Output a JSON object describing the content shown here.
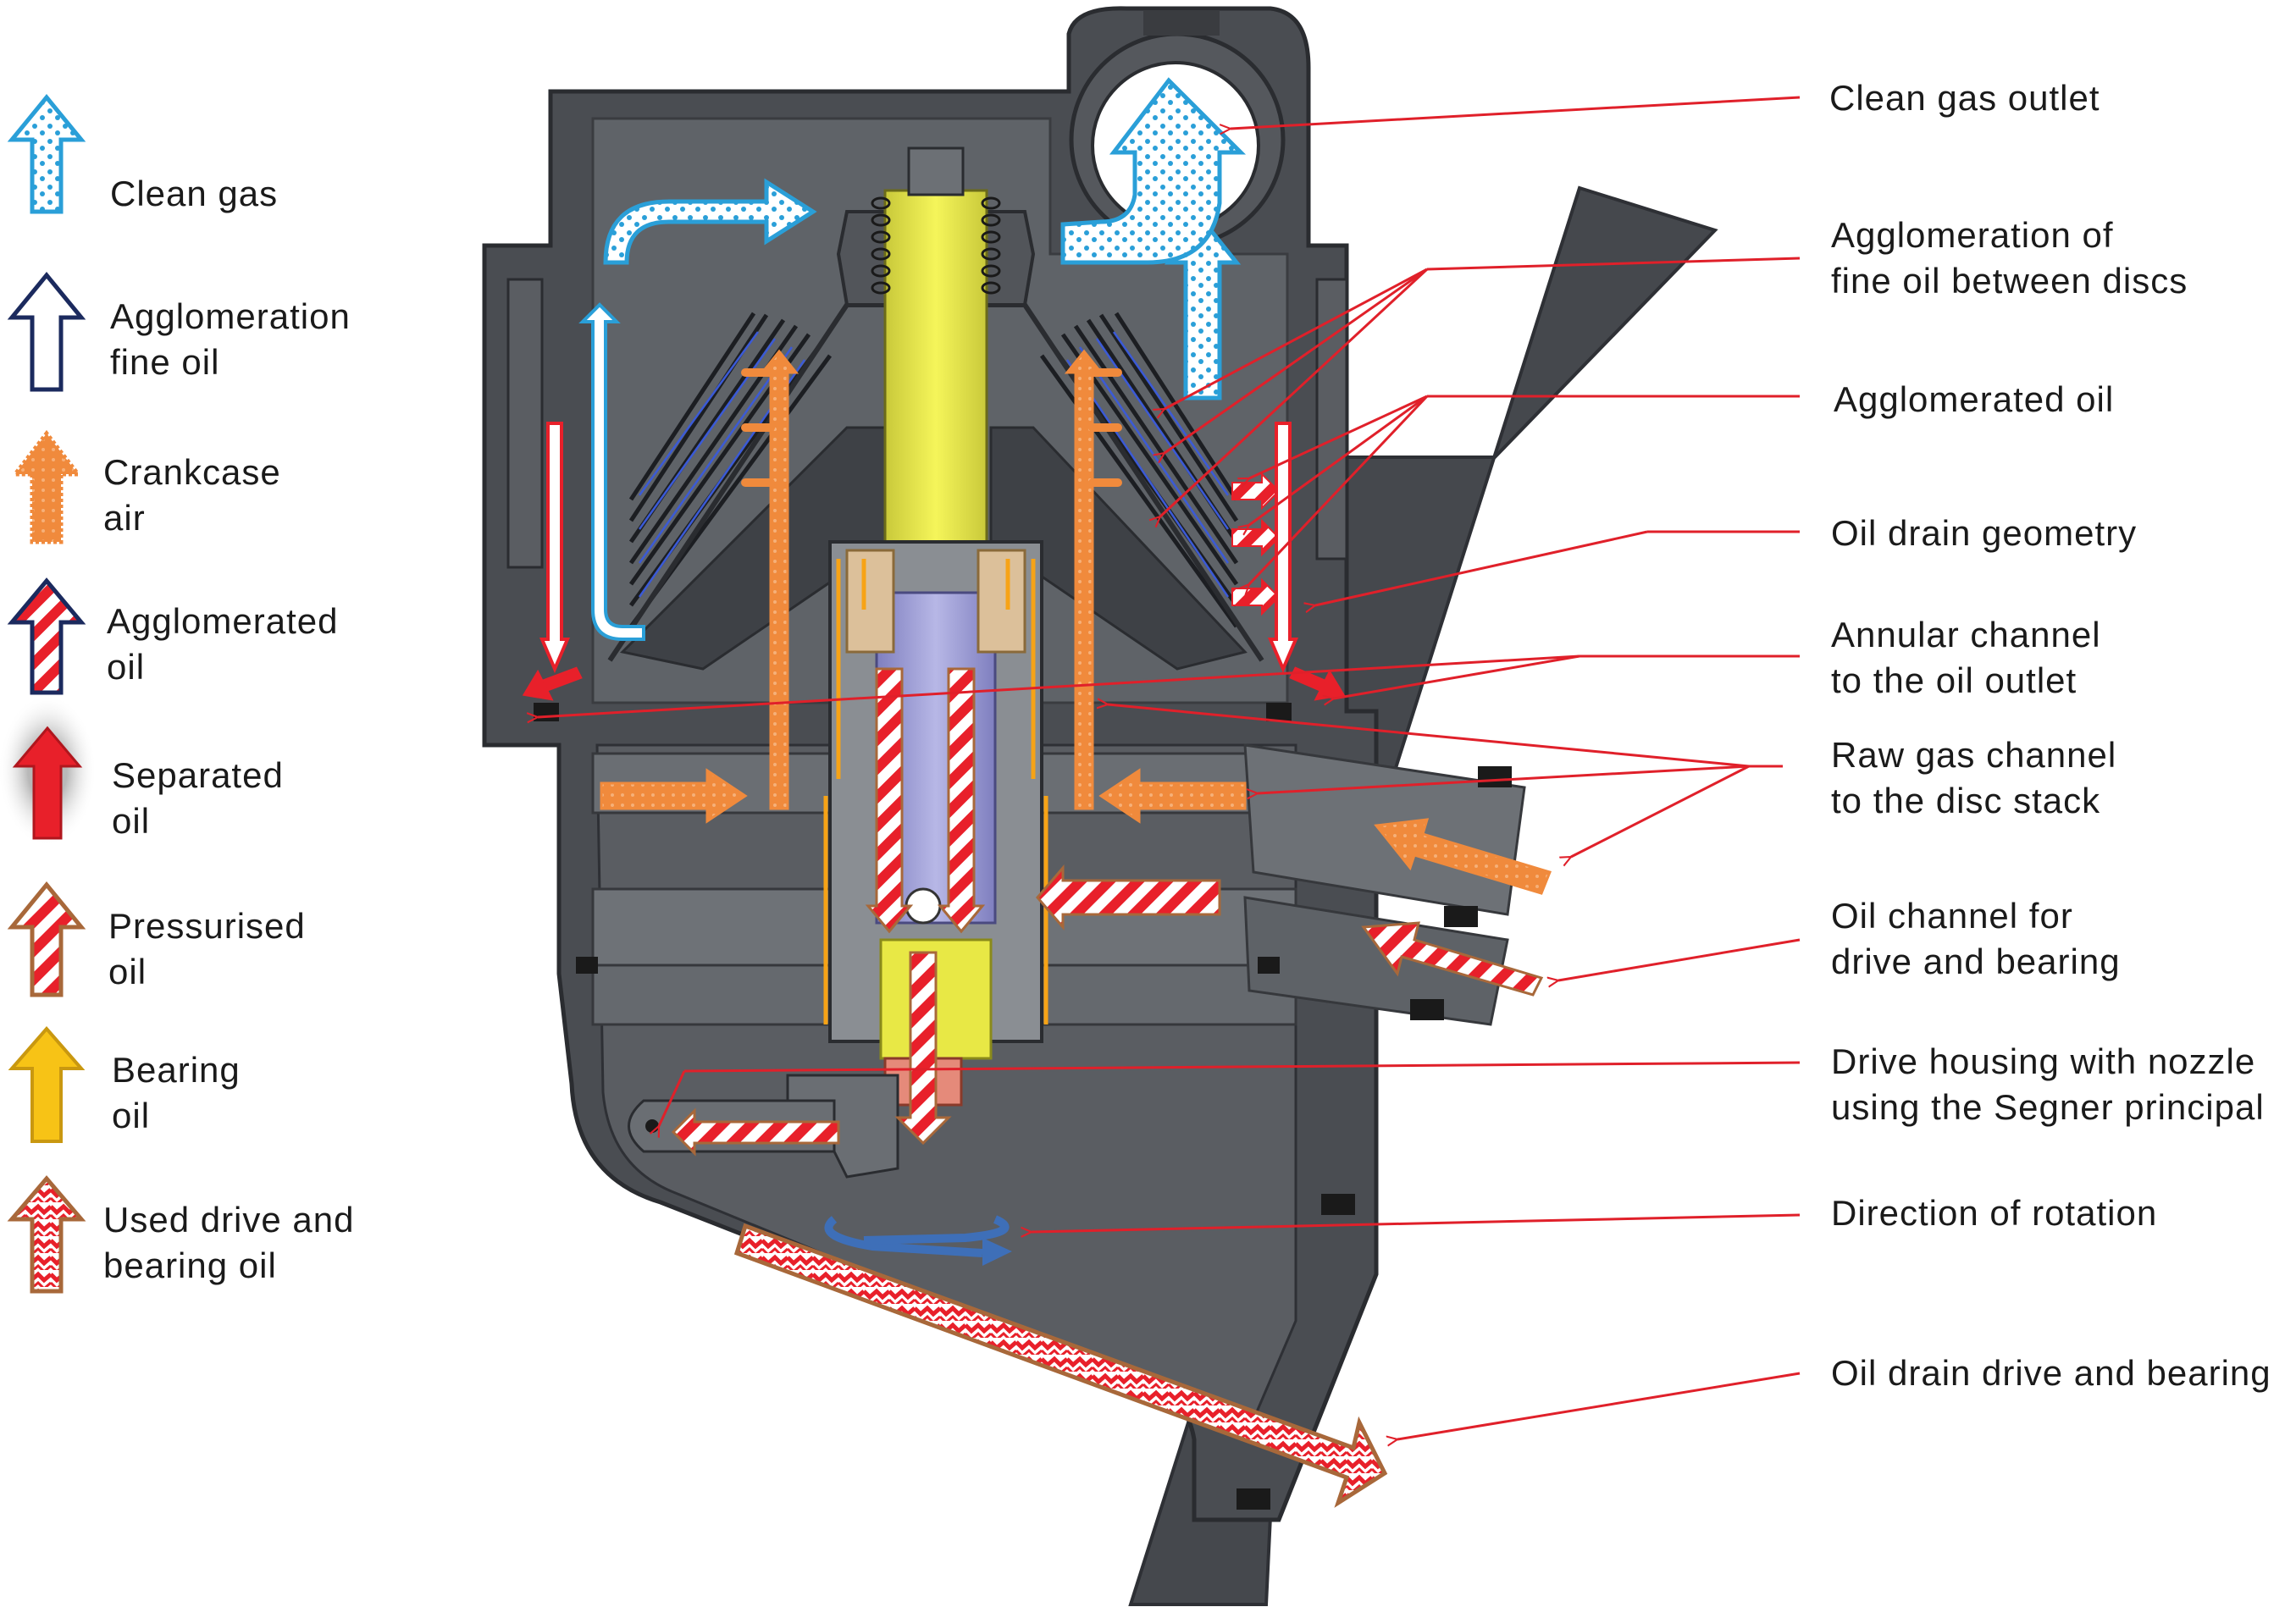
{
  "legend": [
    {
      "lines": [
        "Clean gas"
      ],
      "icon": "clean-gas-arrow-icon"
    },
    {
      "lines": [
        "Agglomeration",
        "fine oil"
      ],
      "icon": "fine-oil-arrow-icon"
    },
    {
      "lines": [
        "Crankcase",
        "air"
      ],
      "icon": "crankcase-air-arrow-icon"
    },
    {
      "lines": [
        "Agglomerated",
        "oil"
      ],
      "icon": "agglomerated-oil-arrow-icon"
    },
    {
      "lines": [
        "Separated",
        "oil"
      ],
      "icon": "separated-oil-arrow-icon"
    },
    {
      "lines": [
        "Pressurised",
        "oil"
      ],
      "icon": "pressurised-oil-arrow-icon"
    },
    {
      "lines": [
        "Bearing",
        "oil"
      ],
      "icon": "bearing-oil-arrow-icon"
    },
    {
      "lines": [
        "Used drive and",
        "bearing oil"
      ],
      "icon": "used-oil-arrow-icon"
    }
  ],
  "callouts": [
    {
      "lines": [
        "Clean gas outlet"
      ]
    },
    {
      "lines": [
        "Agglomeration of",
        "fine oil between discs"
      ]
    },
    {
      "lines": [
        "Agglomerated oil"
      ]
    },
    {
      "lines": [
        "Oil drain geometry"
      ]
    },
    {
      "lines": [
        "Annular channel",
        "to the oil outlet"
      ]
    },
    {
      "lines": [
        "Raw gas channel",
        "to the disc stack"
      ]
    },
    {
      "lines": [
        "Oil channel for",
        "drive and bearing"
      ]
    },
    {
      "lines": [
        "Drive housing with nozzle",
        "using the Segner principal"
      ]
    },
    {
      "lines": [
        "Direction of rotation"
      ]
    },
    {
      "lines": [
        "Oil drain drive and bearing"
      ]
    }
  ],
  "colors": {
    "clean_gas": "#2a9fd8",
    "fine_oil": "#1b2a5e",
    "crankcase_air": "#f08a3c",
    "separated_oil": "#e8202a",
    "bearing_oil": "#f7c316",
    "leader": "#e0202a",
    "housing_dark": "#4a4d52",
    "housing_mid": "#6c7075",
    "shaft": "#f2f24a"
  }
}
